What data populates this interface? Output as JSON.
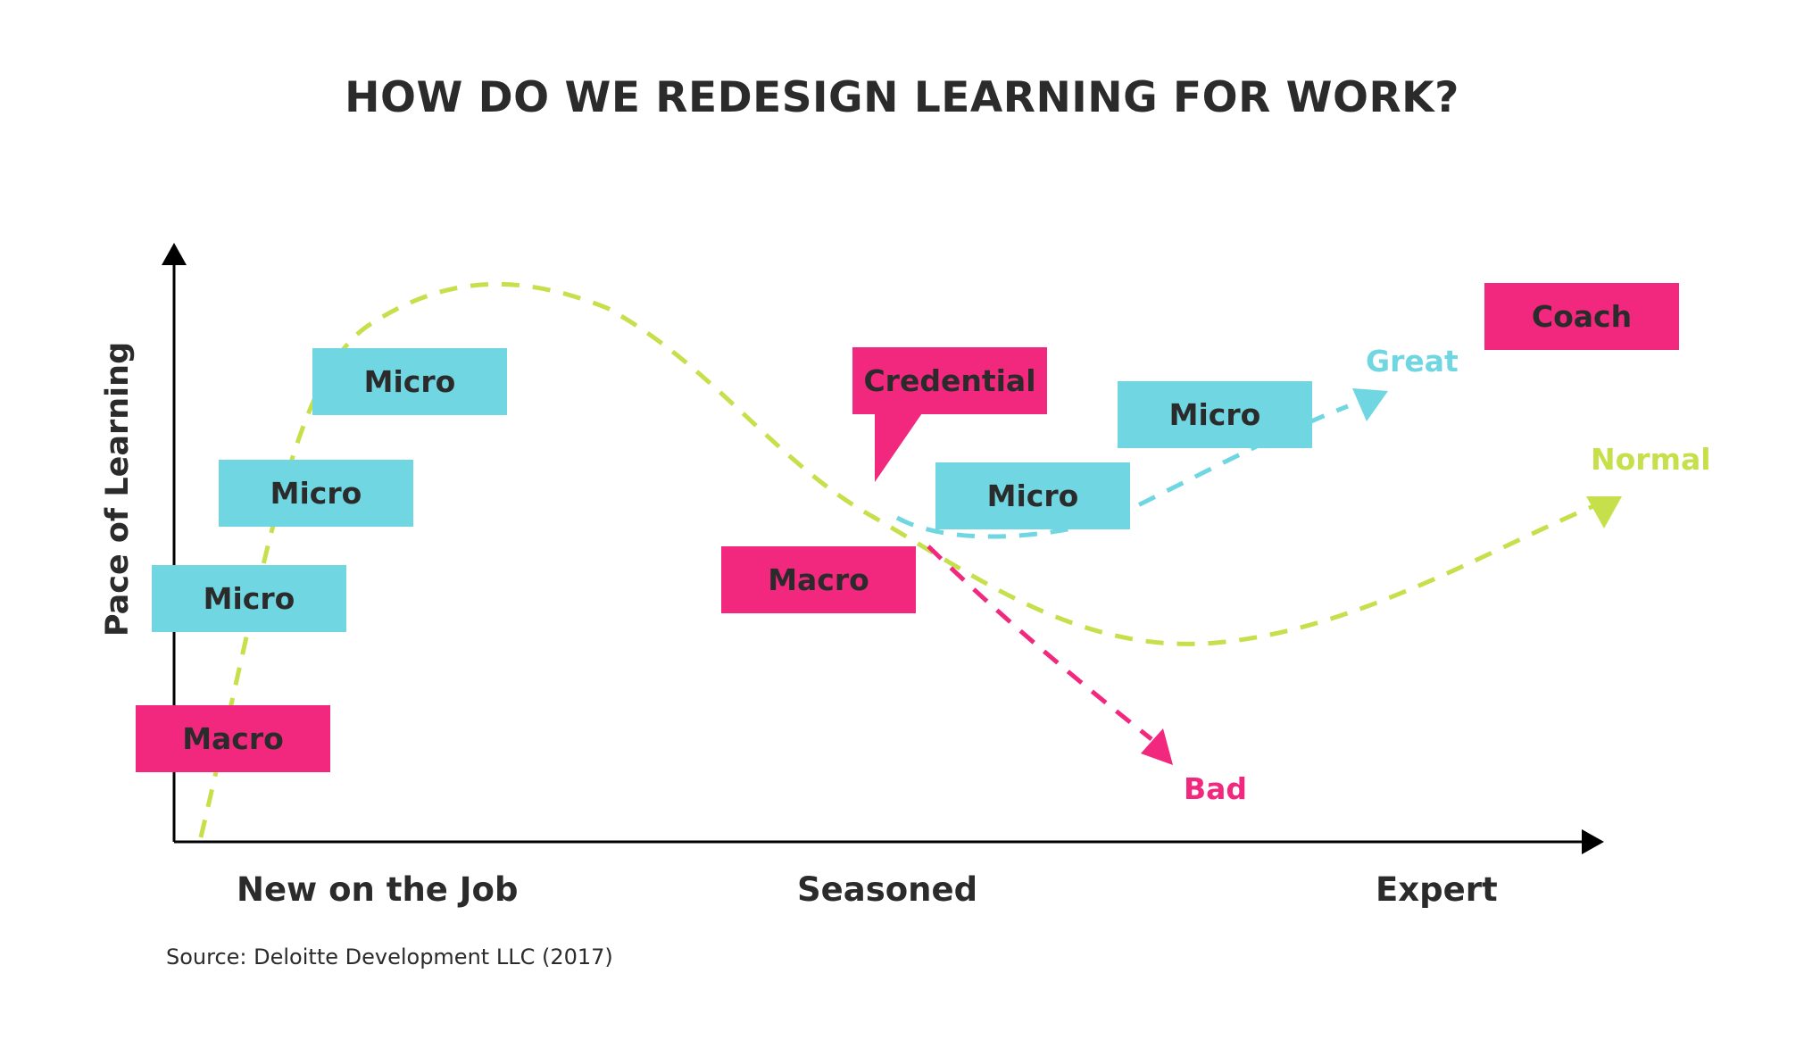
{
  "title": "HOW DO WE REDESIGN LEARNING FOR WORK?",
  "y_axis_label": "Pace of Learning",
  "x_axis_labels": [
    "New on the Job",
    "Seasoned",
    "Expert"
  ],
  "boxes": {
    "macro_new": "Macro",
    "micro_1": "Micro",
    "micro_2": "Micro",
    "micro_3": "Micro",
    "macro_seasoned": "Macro",
    "credential": "Credential",
    "micro_seasoned": "Micro",
    "micro_great": "Micro",
    "coach": "Coach"
  },
  "outcomes": {
    "great": "Great",
    "normal": "Normal",
    "bad": "Bad"
  },
  "colors": {
    "pink": "#f2277e",
    "blue": "#6fd6e2",
    "green": "#c5e04a",
    "text": "#2b2b2b"
  },
  "source": "Source: Deloitte Development LLC (2017)"
}
